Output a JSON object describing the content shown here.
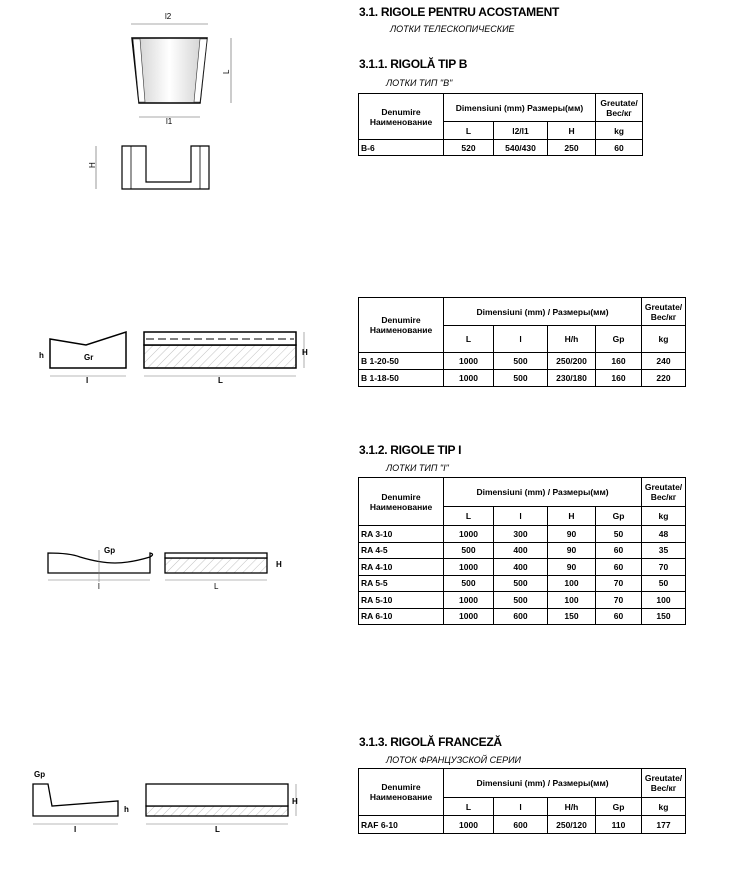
{
  "section": {
    "title": "3.1. RIGOLE PENTRU ACOSTAMENT",
    "subtitle": "ЛОТКИ ТЕЛЕСКОПИЧЕСКИЕ"
  },
  "header_labels": {
    "name_ro": "Denumire",
    "name_ru": "Наименование",
    "dims_b": "Dimensiuni (mm)  Размеры(мм)",
    "dims": "Dimensiuni (mm) / Размеры(мм)",
    "weight1": "Greutate/",
    "weight2": "Вес/кг",
    "kg": "kg"
  },
  "tables": [
    {
      "title": "3.1.1.  RIGOLĂ  TIP B",
      "subtitle": "ЛОТКИ ТИП \"В\"",
      "cols": [
        "L",
        "l2/l1",
        "H"
      ],
      "rows": [
        [
          "B-6",
          "520",
          "540/430",
          "250",
          "60"
        ]
      ]
    },
    {
      "cols": [
        "L",
        "l",
        "H/h",
        "Gp"
      ],
      "rows": [
        [
          "B 1-20-50",
          "1000",
          "500",
          "250/200",
          "160",
          "240"
        ],
        [
          "B 1-18-50",
          "1000",
          "500",
          "230/180",
          "160",
          "220"
        ]
      ]
    },
    {
      "title": "3.1.2.  RIGOLE  TIP I",
      "subtitle": "ЛОТКИ ТИП \"I\"",
      "cols": [
        "L",
        "l",
        "H",
        "Gp"
      ],
      "rows": [
        [
          "RA 3-10",
          "1000",
          "300",
          "90",
          "50",
          "48"
        ],
        [
          "RA 4-5",
          "500",
          "400",
          "90",
          "60",
          "35"
        ],
        [
          "RA 4-10",
          "1000",
          "400",
          "90",
          "60",
          "70"
        ],
        [
          "RA 5-5",
          "500",
          "500",
          "100",
          "70",
          "50"
        ],
        [
          "RA 5-10",
          "1000",
          "500",
          "100",
          "70",
          "100"
        ],
        [
          "RA 6-10",
          "1000",
          "600",
          "150",
          "60",
          "150"
        ]
      ]
    },
    {
      "title": "3.1.3.  RIGOLĂ  FRANCEZĂ",
      "subtitle": "ЛОТОК ФРАНЦУЗСКОЙ СЕРИИ",
      "cols": [
        "L",
        "l",
        "H/h",
        "Gp"
      ],
      "rows": [
        [
          "RAF 6-10",
          "1000",
          "600",
          "250/120",
          "110",
          "177"
        ]
      ]
    }
  ],
  "drawing_labels": {
    "l2": "l2",
    "l1": "l1",
    "L": "L",
    "H": "H",
    "h": "h",
    "l": "l",
    "Gr": "Gr",
    "Gp": "Gp"
  }
}
